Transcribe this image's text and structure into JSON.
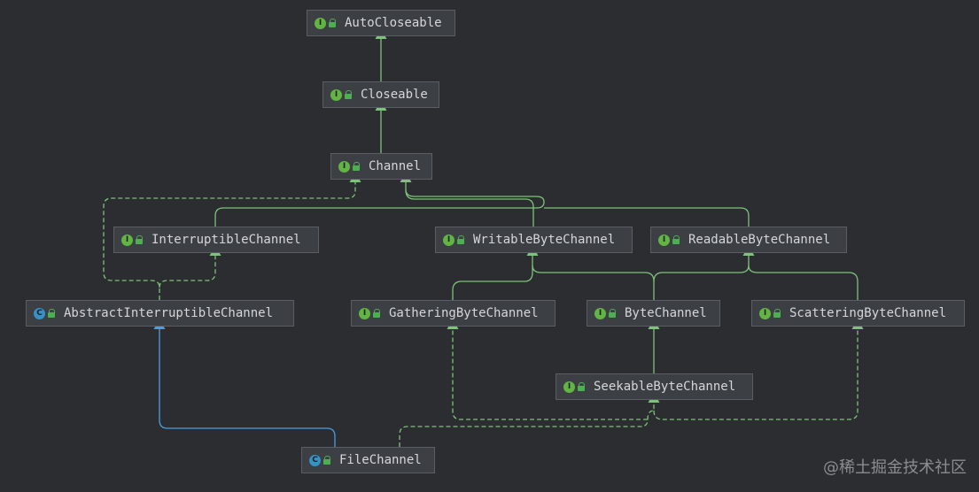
{
  "colors": {
    "background": "#2b2d31",
    "node_fill": "#3c3f44",
    "extends_edge": "#7ec37a",
    "class_extends_edge": "#4a9fe0",
    "interface_badge": "#62b543",
    "class_badge": "#3592c4"
  },
  "nodes": {
    "autocloseable": {
      "label": "AutoCloseable",
      "kind": "interface"
    },
    "closeable": {
      "label": "Closeable",
      "kind": "interface"
    },
    "channel": {
      "label": "Channel",
      "kind": "interface"
    },
    "interruptible": {
      "label": "InterruptibleChannel",
      "kind": "interface"
    },
    "writable": {
      "label": "WritableByteChannel",
      "kind": "interface"
    },
    "readable": {
      "label": "ReadableByteChannel",
      "kind": "interface"
    },
    "abstract": {
      "label": "AbstractInterruptibleChannel",
      "kind": "abstract-class"
    },
    "gathering": {
      "label": "GatheringByteChannel",
      "kind": "interface"
    },
    "bytechannel": {
      "label": "ByteChannel",
      "kind": "interface"
    },
    "scattering": {
      "label": "ScatteringByteChannel",
      "kind": "interface"
    },
    "seekable": {
      "label": "SeekableByteChannel",
      "kind": "interface"
    },
    "filechannel": {
      "label": "FileChannel",
      "kind": "abstract-class"
    }
  },
  "badge_letters": {
    "interface": "I",
    "class": "C"
  },
  "edges": [
    {
      "from": "closeable",
      "to": "autocloseable",
      "type": "extends"
    },
    {
      "from": "channel",
      "to": "closeable",
      "type": "extends"
    },
    {
      "from": "interruptible",
      "to": "channel",
      "type": "extends"
    },
    {
      "from": "writable",
      "to": "channel",
      "type": "extends"
    },
    {
      "from": "readable",
      "to": "channel",
      "type": "extends"
    },
    {
      "from": "abstract",
      "to": "channel",
      "type": "implements"
    },
    {
      "from": "abstract",
      "to": "interruptible",
      "type": "implements"
    },
    {
      "from": "gathering",
      "to": "writable",
      "type": "extends"
    },
    {
      "from": "bytechannel",
      "to": "writable",
      "type": "extends"
    },
    {
      "from": "bytechannel",
      "to": "readable",
      "type": "extends"
    },
    {
      "from": "scattering",
      "to": "readable",
      "type": "extends"
    },
    {
      "from": "seekable",
      "to": "bytechannel",
      "type": "extends"
    },
    {
      "from": "filechannel",
      "to": "abstract",
      "type": "class-extends"
    },
    {
      "from": "filechannel",
      "to": "gathering",
      "type": "implements"
    },
    {
      "from": "filechannel",
      "to": "seekable",
      "type": "implements"
    },
    {
      "from": "filechannel",
      "to": "scattering",
      "type": "implements"
    }
  ],
  "watermark": "@稀土掘金技术社区"
}
